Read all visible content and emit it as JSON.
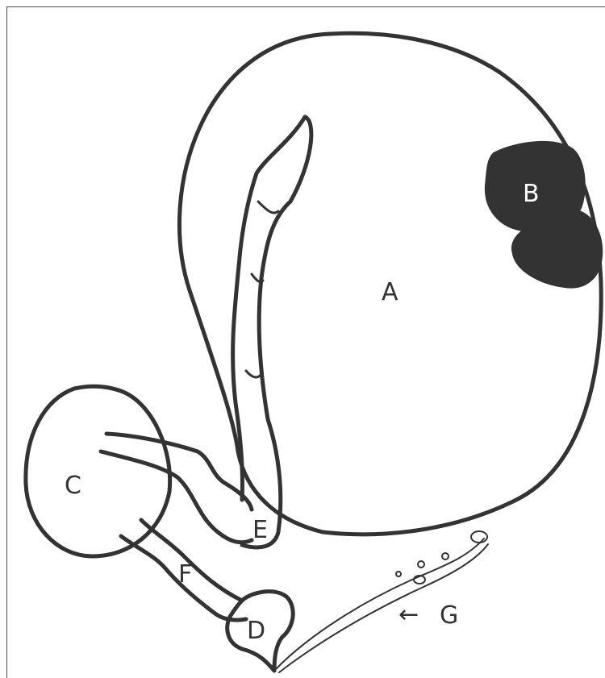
{
  "diagram": {
    "labels": {
      "a": "A",
      "b": "B",
      "c": "C",
      "d": "D",
      "e": "E",
      "f": "F",
      "g": "G"
    },
    "arrow_symbol": "←",
    "colors": {
      "stroke": "#333333",
      "fill_dark": "#333333",
      "background": "#ffffff"
    }
  }
}
